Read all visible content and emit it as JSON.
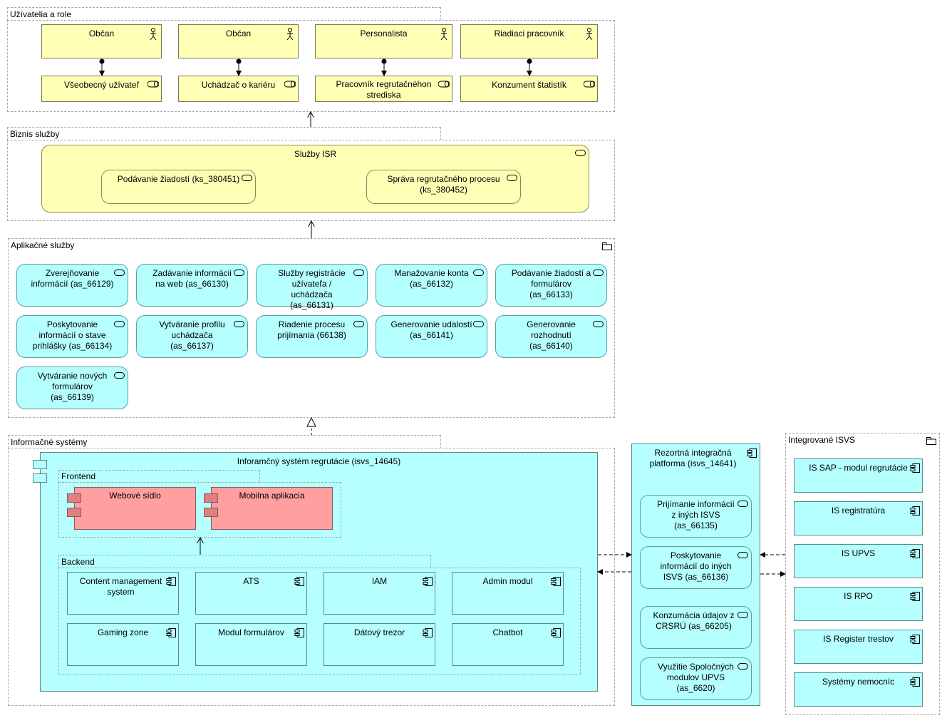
{
  "groups": {
    "users": "Užívatelia a role",
    "business": "Biznis služby",
    "app_services": "Aplikačné služby",
    "info_systems": "Informačné systémy",
    "integrated": "Integrované ISVS"
  },
  "actors": [
    {
      "label": "Občan"
    },
    {
      "label": "Občan"
    },
    {
      "label": "Personalista"
    },
    {
      "label": "Riadiaci pracovník"
    }
  ],
  "roles": [
    {
      "label": "Všeobecný užívateľ"
    },
    {
      "label": "Uchádzač o kariéru"
    },
    {
      "label": "Pracovník regrutačnéhon strediska"
    },
    {
      "label": "Konzument štatistík"
    }
  ],
  "business_services": {
    "main": "Služby ISR",
    "items": [
      {
        "label": "Podávanie žiadostí (ks_380451)"
      },
      {
        "label": "Správa regrutačného procesu (ks_380452)"
      }
    ]
  },
  "app_services": [
    {
      "label": "Zverejňovanie informácií (as_66129)"
    },
    {
      "label": "Zadávanie informácii na web (as_66130)"
    },
    {
      "label": "Služby registrácie užívateľa / uchádzača (as_66131)"
    },
    {
      "label": "Manažovanie konta (as_66132)"
    },
    {
      "label": "Podávanie žiadostí a formulárov (as_66133)"
    },
    {
      "label": "Poskytovanie informácií o stave prihlášky (as_66134)"
    },
    {
      "label": "Vytváranie profilu uchádzača (as_66137)"
    },
    {
      "label": "Riadenie procesu prijímania (66138)"
    },
    {
      "label": "Generovanie udalostí (as_66141)"
    },
    {
      "label": "Generovanie rozhodnutí (as_66140)"
    },
    {
      "label": "Vytváranie nových formulárov (as_66139)"
    }
  ],
  "isr": {
    "title": "Inforamčný systém regrutácie (isvs_14645)",
    "frontend_label": "Frontend",
    "frontend": [
      {
        "label": "Webové sídlo"
      },
      {
        "label": "Mobilna aplikacia"
      }
    ],
    "backend_label": "Backend",
    "backend": [
      {
        "label": "Content management system"
      },
      {
        "label": "ATS"
      },
      {
        "label": "IAM"
      },
      {
        "label": "Admin modul"
      },
      {
        "label": "Gaming zone"
      },
      {
        "label": "Modul formulárov"
      },
      {
        "label": "Dátový trezor"
      },
      {
        "label": "Chatbot"
      }
    ]
  },
  "platform": {
    "title": "Rezortná integračná platforma (isvs_14641)",
    "services": [
      {
        "label": "Prijímanie informácií z iných ISVS (as_66135)"
      },
      {
        "label": "Poskytovanie informácií do iných ISVS (as_66136)"
      },
      {
        "label": "Konzumácia údajov z CRSRÚ (as_66205)"
      },
      {
        "label": "Využitie Spoločných modulov UPVS (as_6620)"
      }
    ]
  },
  "integrated_systems": [
    {
      "label": "IS SAP - modul regrutácie"
    },
    {
      "label": "IS registratúra"
    },
    {
      "label": "IS UPVS"
    },
    {
      "label": "IS RPO"
    },
    {
      "label": "IS Register trestov"
    },
    {
      "label": "Systémy nemocníc"
    }
  ],
  "colors": {
    "business": "#ffffb5",
    "application": "#b5ffff",
    "client_component": "#ff9f9f"
  }
}
